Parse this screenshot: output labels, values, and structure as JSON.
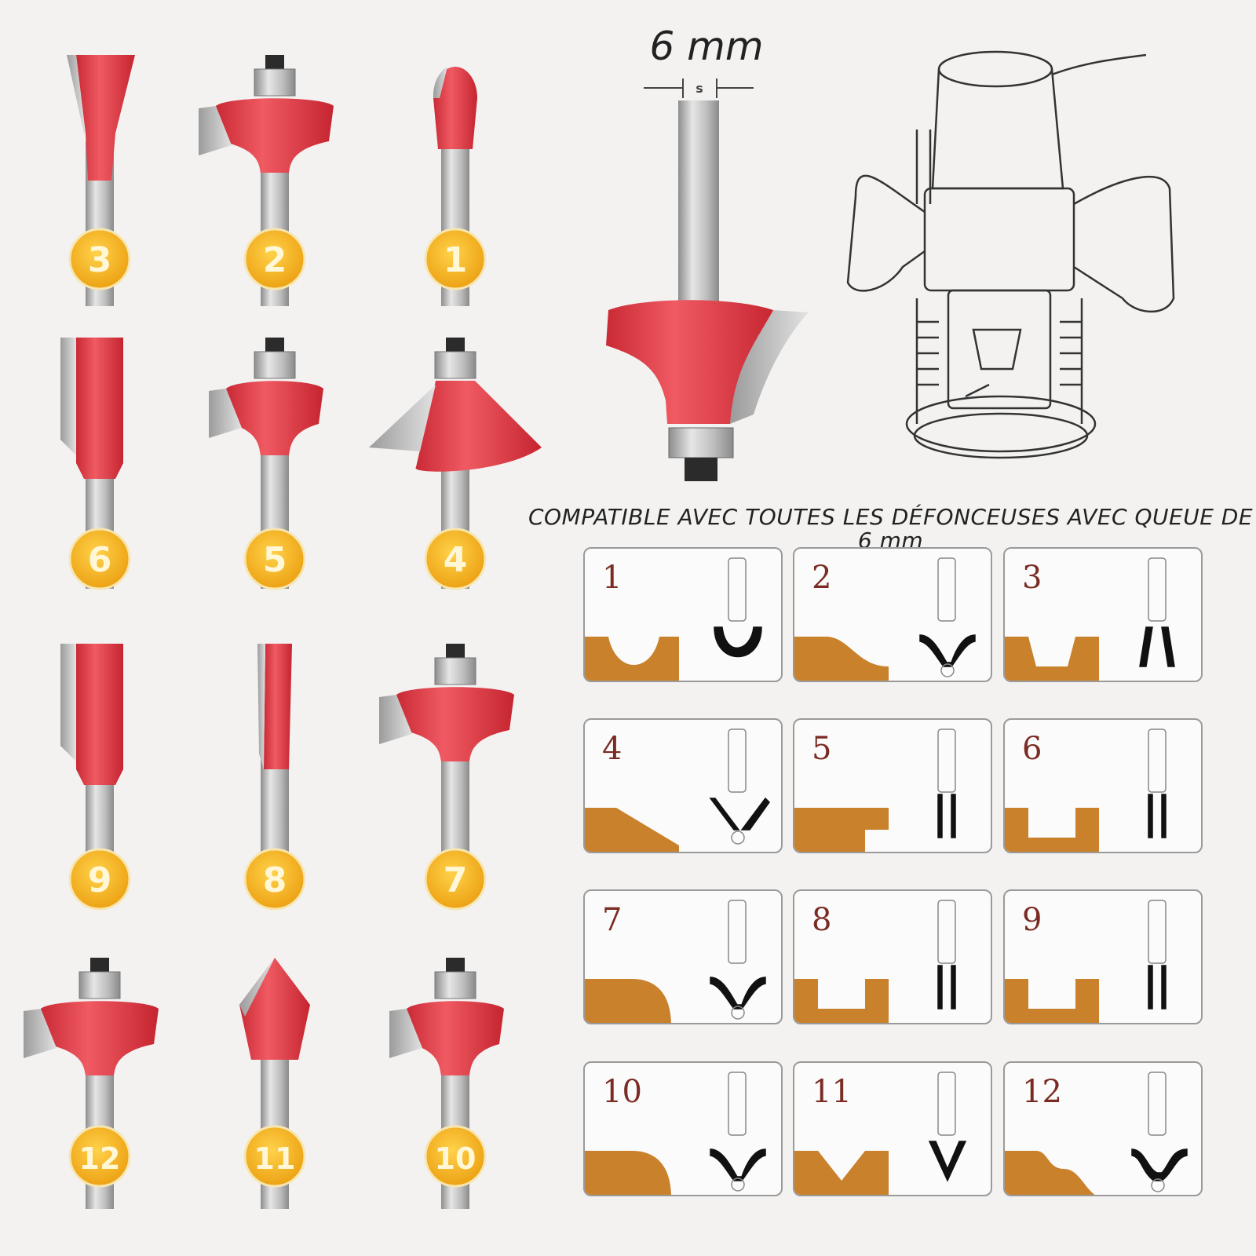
{
  "header": {
    "shank_size": "6 mm",
    "shank_dimension_marker": "s"
  },
  "compat_text": "COMPATIBLE AVEC TOUTES LES DÉFONCEUSES AVEC QUEUE DE 6 mm",
  "bit_badges": [
    "3",
    "2",
    "1",
    "6",
    "5",
    "4",
    "9",
    "8",
    "7",
    "12",
    "11",
    "10"
  ],
  "profile_diagrams": [
    "1",
    "2",
    "3",
    "4",
    "5",
    "6",
    "7",
    "8",
    "9",
    "10",
    "11",
    "12"
  ],
  "colors": {
    "bit_red": "#e8404a",
    "shank_steel": "#b9b9b9",
    "badge_gold": "#f2a91c",
    "wood": "#c9812c"
  }
}
